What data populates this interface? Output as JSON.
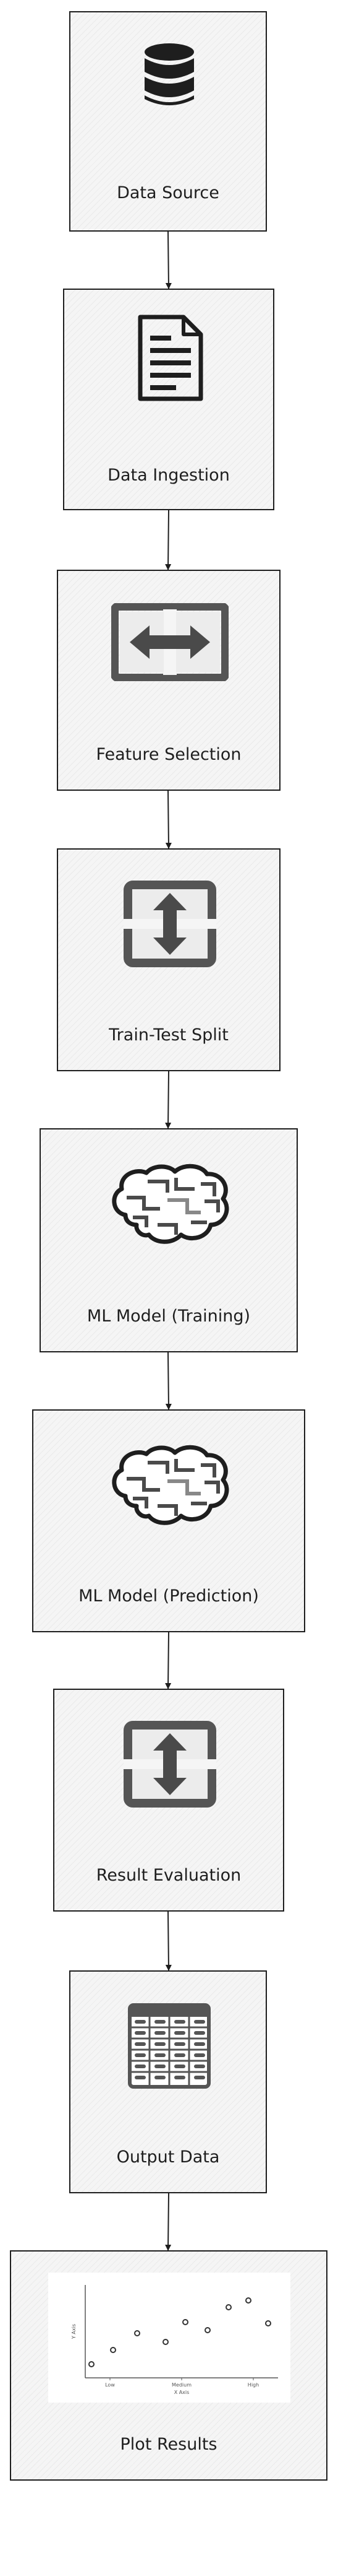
{
  "nodes": [
    {
      "id": "data-source",
      "label": "Data Source",
      "icon": "database-icon"
    },
    {
      "id": "data-ingestion",
      "label": "Data Ingestion",
      "icon": "document-icon"
    },
    {
      "id": "feature-selection",
      "label": "Feature Selection",
      "icon": "horizontal-arrows-icon"
    },
    {
      "id": "train-test-split",
      "label": "Train-Test Split",
      "icon": "vertical-arrows-icon"
    },
    {
      "id": "ml-model-training",
      "label": "ML Model (Training)",
      "icon": "brain-icon"
    },
    {
      "id": "ml-model-prediction",
      "label": "ML Model (Prediction)",
      "icon": "brain-icon"
    },
    {
      "id": "result-evaluation",
      "label": "Result Evaluation",
      "icon": "vertical-arrows-icon"
    },
    {
      "id": "output-data",
      "label": "Output Data",
      "icon": "table-icon"
    },
    {
      "id": "plot-results",
      "label": "Plot Results",
      "icon": "scatter-plot-icon"
    }
  ],
  "edges": [
    {
      "from": "data-source",
      "to": "data-ingestion"
    },
    {
      "from": "data-ingestion",
      "to": "feature-selection"
    },
    {
      "from": "feature-selection",
      "to": "train-test-split"
    },
    {
      "from": "train-test-split",
      "to": "ml-model-training"
    },
    {
      "from": "ml-model-training",
      "to": "ml-model-prediction"
    },
    {
      "from": "ml-model-prediction",
      "to": "result-evaluation"
    },
    {
      "from": "result-evaluation",
      "to": "output-data"
    },
    {
      "from": "output-data",
      "to": "plot-results"
    }
  ],
  "plot_thumbnail": {
    "xlabel": "X Axis",
    "ylabel": "Y Axis",
    "x_ticks": [
      "Low",
      "Medium",
      "High"
    ]
  }
}
